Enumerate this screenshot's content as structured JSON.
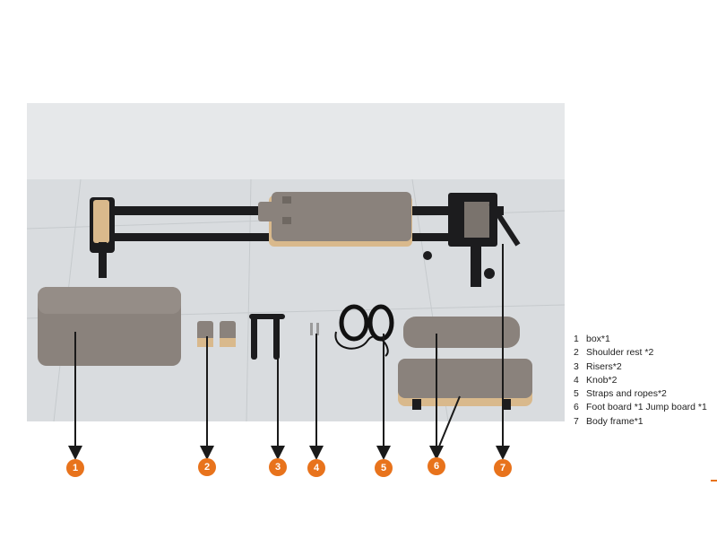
{
  "colors": {
    "badge": "#e8731c",
    "arrow": "#1a1a1a",
    "wall": "#e6e8ea",
    "floor": "#d9dcdf",
    "tile_line": "#c6cacd",
    "frame": "#1c1c1e",
    "upholstery": "#8a827c",
    "upholstery_dark": "#6f6862",
    "wood": "#d9b98c"
  },
  "badges": [
    {
      "num": "1"
    },
    {
      "num": "2"
    },
    {
      "num": "3"
    },
    {
      "num": "4"
    },
    {
      "num": "5"
    },
    {
      "num": "6"
    },
    {
      "num": "7"
    }
  ],
  "legend": [
    {
      "num": "1",
      "text": "box*1"
    },
    {
      "num": "2",
      "text": "Shoulder rest *2"
    },
    {
      "num": "3",
      "text": "Risers*2"
    },
    {
      "num": "4",
      "text": "Knob*2"
    },
    {
      "num": "5",
      "text": "Straps and ropes*2"
    },
    {
      "num": "6",
      "text": "Foot board *1 Jump board *1"
    },
    {
      "num": "7",
      "text": "Body frame*1"
    }
  ]
}
